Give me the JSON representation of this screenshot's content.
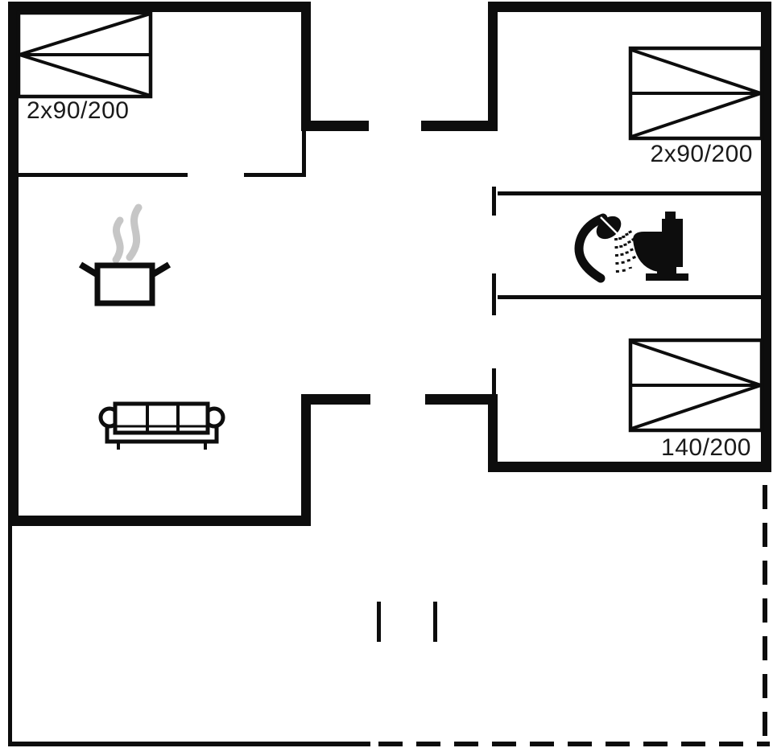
{
  "floorplan": {
    "beds": [
      {
        "id": "bedroom-top-left",
        "label": "2x90/200"
      },
      {
        "id": "bedroom-top-right",
        "label": "2x90/200"
      },
      {
        "id": "bedroom-bottom-right",
        "label": "140/200"
      }
    ],
    "icons": [
      {
        "name": "steam-icon"
      },
      {
        "name": "cooking-pot-icon"
      },
      {
        "name": "sofa-icon"
      },
      {
        "name": "shower-icon"
      },
      {
        "name": "toilet-icon"
      }
    ],
    "colors": {
      "wall": "#0d0d0d",
      "background": "#ffffff",
      "steam": "#c6c6c6",
      "text": "#1a1a1a"
    }
  }
}
